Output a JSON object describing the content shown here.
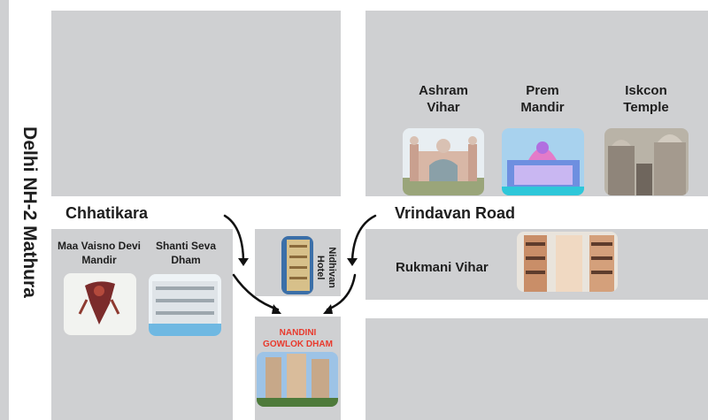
{
  "map": {
    "highway_label": "Delhi NH-2 Mathura",
    "roads": {
      "left_road": "Chhatikara",
      "right_road": "Vrindavan Road"
    },
    "landmarks": {
      "ashram_vihar": [
        "Ashram",
        "Vihar"
      ],
      "prem_mandir": [
        "Prem",
        "Mandir"
      ],
      "iskcon_temple": [
        "Iskcon",
        "Temple"
      ],
      "maa_vaisno_devi": [
        "Maa Vaisno Devi",
        "Mandir"
      ],
      "shanti_seva_dham": [
        "Shanti Seva",
        "Dham"
      ],
      "rukmani_vihar": "Rukmani Vihar",
      "nidhivan_hotel": [
        "Nidhivan",
        "Hotel"
      ]
    },
    "destination": [
      "NANDINI",
      "GOWLOK DHAM"
    ],
    "colors": {
      "block": "#cfd0d2",
      "road": "#ffffff",
      "text": "#1e1e1e",
      "destination_text": "#e83a2d"
    }
  }
}
